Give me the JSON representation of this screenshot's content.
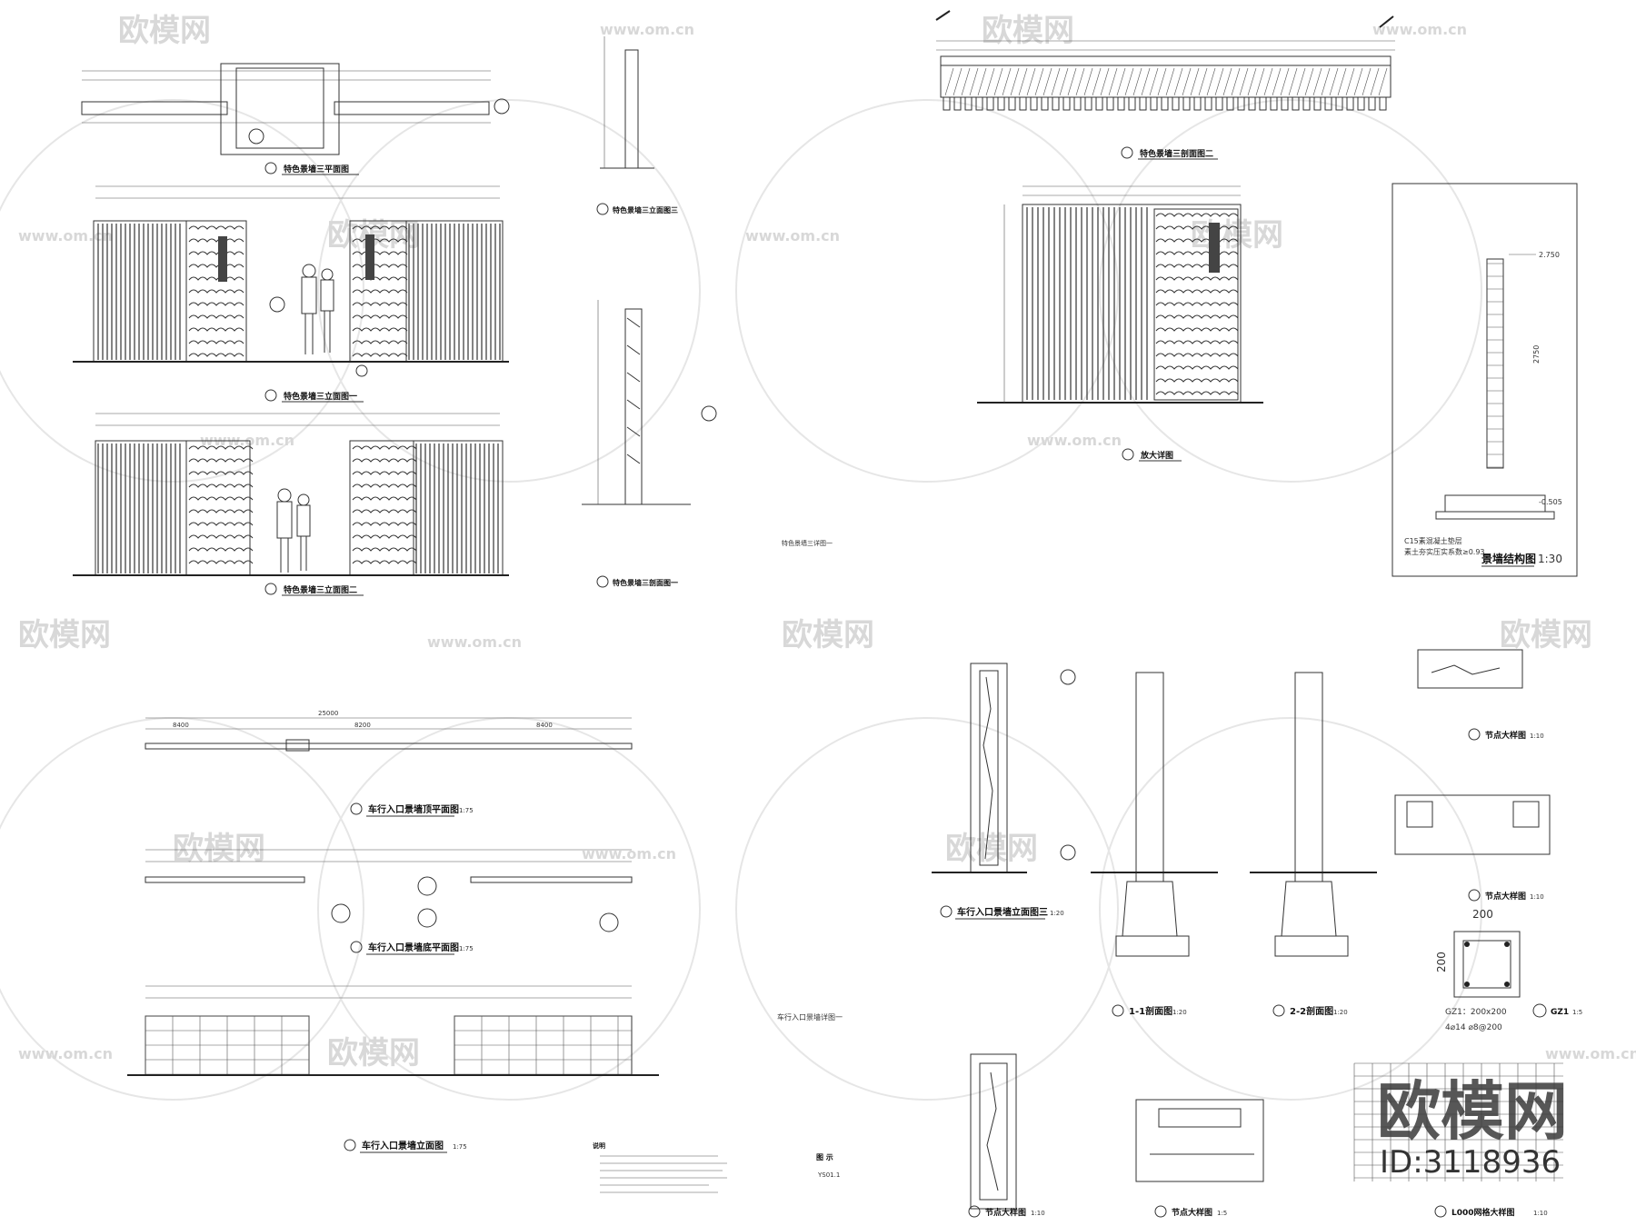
{
  "watermark": {
    "brand": "欧模网",
    "site": "www.om.cn",
    "id": "ID:3118936"
  },
  "sheet1": {
    "plan_title": "特色景墙三平面图",
    "elev_titles": [
      "特色景墙三立面图一",
      "特色景墙三立面图二"
    ],
    "side_titles": [
      "特色景墙三立面图三",
      "特色景墙三剖面图一"
    ],
    "sheet_label": "特色景墙三详图一"
  },
  "sheet2": {
    "plan_title": "特色景墙三剖面图二",
    "elev_title": "放大详图",
    "struct_title": "景墙结构图",
    "struct_scale": "1:30",
    "struct_labels": [
      "C15素混凝土垫层",
      "素土夯实压实系数≥0.93",
      "2.750",
      "2750",
      "-0.505"
    ]
  },
  "sheet3": {
    "titles": [
      "车行入口景墙顶平面图",
      "车行入口景墙底平面图",
      "车行入口景墙立面图"
    ],
    "scale": "1:75",
    "dims": [
      "25000",
      "8400",
      "8200",
      "8400"
    ],
    "notes_title": "说明",
    "sheet_label": "车行入口景墙详图一",
    "sheet_no": "YS01.1",
    "legend": "图 示"
  },
  "sheet4": {
    "titles": [
      "车行入口景墙立面图三",
      "1-1剖面图",
      "2-2剖面图",
      "节点大样图",
      "节点大样图",
      "节点大样图",
      "节点大样图",
      "L000网格大样图"
    ],
    "scales": [
      "1:20",
      "1:20",
      "1:20",
      "1:10",
      "1:10",
      "1:10",
      "1:5",
      "1:10"
    ],
    "gz": {
      "label": "GZ1：200x200",
      "dim": "200",
      "rebar": "4⌀14   ⌀8@200",
      "tag": "GZ1",
      "scale": "1:5"
    }
  }
}
